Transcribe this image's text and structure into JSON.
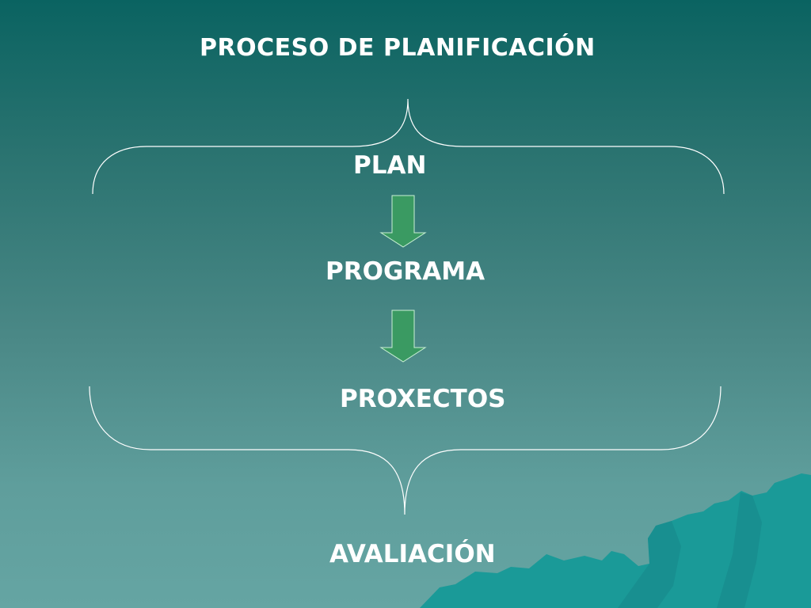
{
  "slide": {
    "title": "PROCESO DE PLANIFICACIÓN",
    "nodes": {
      "plan": "PLAN",
      "programa": "PROGRAMA",
      "proxectos": "PROXECTOS",
      "avaliacion": "AVALIACIÓN"
    }
  },
  "colors": {
    "background_top": "#0a6361",
    "background_bottom": "#65a5a3",
    "text": "#ffffff",
    "arrow_fill": "#3a9a62",
    "mountain": "#1a9a98"
  }
}
